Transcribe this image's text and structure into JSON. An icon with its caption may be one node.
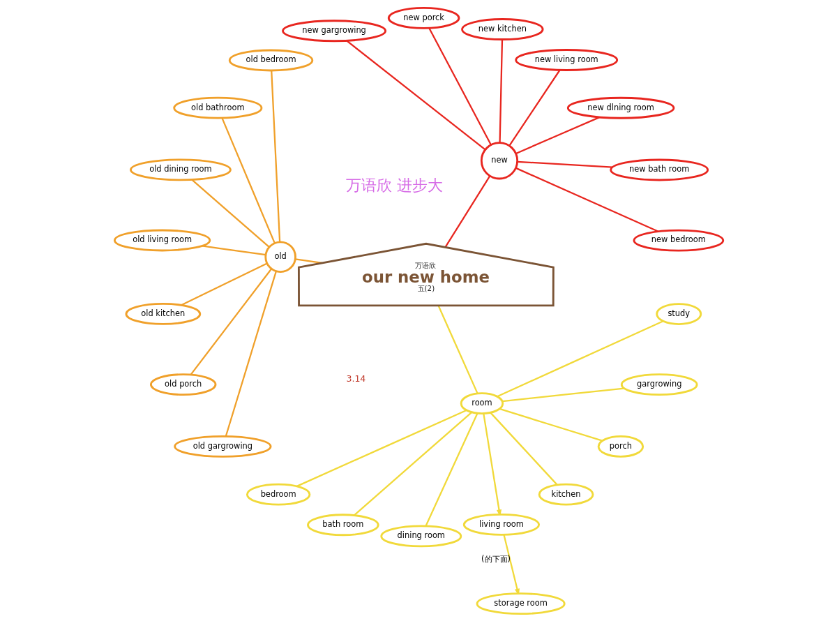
{
  "diagram": {
    "nodes": [
      {
        "text": [
          "old bedroom"
        ]
      },
      {
        "text": [
          "new bedroom"
        ]
      },
      {
        "text": [
          "new bath room"
        ]
      },
      {
        "text": [
          "old bathroom"
        ]
      },
      {
        "text": [
          "old"
        ]
      },
      {
        "text": [
          "new"
        ]
      },
      {
        "text": [
          "new dlning room"
        ]
      },
      {
        "text": [
          "old dining room"
        ]
      },
      {
        "text": [
          "万语欣",
          "our new home",
          "五(2)"
        ]
      },
      {
        "text": [
          "new living room"
        ]
      },
      {
        "text": [
          "old living room"
        ]
      },
      {
        "text": [
          "new kitchen"
        ]
      },
      {
        "text": [
          "new porck"
        ]
      },
      {
        "text": [
          "old kitchen"
        ]
      },
      {
        "text": [
          "bedroom"
        ]
      },
      {
        "text": [
          "room"
        ]
      },
      {
        "text": [
          "bath room"
        ]
      },
      {
        "text": [
          "new gargrowing"
        ]
      },
      {
        "text": [
          "old porch"
        ]
      },
      {
        "text": [
          "old gargrowing"
        ]
      },
      {
        "text": [
          "dining room"
        ]
      },
      {
        "text": [
          "living room"
        ]
      },
      {
        "text": [
          "kitchen"
        ]
      },
      {
        "text": [
          "porch"
        ]
      },
      {
        "text": [
          "gargrowing"
        ]
      },
      {
        "text": [
          "study"
        ]
      },
      {
        "text": [
          "storage room"
        ]
      }
    ],
    "edges": [
      {
        "from": 8,
        "to": 4,
        "arrow": "none",
        "color": "#f0a02a"
      },
      {
        "from": 4,
        "to": 0,
        "arrow": "none",
        "color": "#f0a02a"
      },
      {
        "from": 4,
        "to": 3,
        "arrow": "none",
        "color": "#f0a02a"
      },
      {
        "from": 4,
        "to": 7,
        "arrow": "none",
        "color": "#f0a02a"
      },
      {
        "from": 4,
        "to": 10,
        "arrow": "none",
        "color": "#f0a02a"
      },
      {
        "from": 4,
        "to": 13,
        "arrow": "none",
        "color": "#f0a02a"
      },
      {
        "from": 4,
        "to": 18,
        "arrow": "none",
        "color": "#f0a02a"
      },
      {
        "from": 4,
        "to": 19,
        "arrow": "none",
        "color": "#f0a02a"
      },
      {
        "from": 8,
        "to": 5,
        "arrow": "none",
        "color": "#e8261f"
      },
      {
        "from": 5,
        "to": 1,
        "arrow": "none",
        "color": "#e8261f"
      },
      {
        "from": 5,
        "to": 2,
        "arrow": "none",
        "color": "#e8261f"
      },
      {
        "from": 5,
        "to": 6,
        "arrow": "none",
        "color": "#e8261f"
      },
      {
        "from": 5,
        "to": 9,
        "arrow": "none",
        "color": "#e8261f"
      },
      {
        "from": 5,
        "to": 11,
        "arrow": "none",
        "color": "#e8261f"
      },
      {
        "from": 5,
        "to": 12,
        "arrow": "none",
        "color": "#e8261f"
      },
      {
        "from": 5,
        "to": 17,
        "arrow": "none",
        "color": "#e8261f"
      },
      {
        "from": 8,
        "to": 15,
        "arrow": "none"
      },
      {
        "from": 15,
        "to": 14,
        "arrow": "none"
      },
      {
        "from": 15,
        "to": 16,
        "arrow": "none"
      },
      {
        "from": 15,
        "to": 20,
        "arrow": "none"
      },
      {
        "from": 15,
        "to": 21,
        "arrow": "to"
      },
      {
        "from": 15,
        "to": 22,
        "arrow": "none"
      },
      {
        "from": 15,
        "to": 23,
        "arrow": "none"
      },
      {
        "from": 15,
        "to": 24,
        "arrow": "none"
      },
      {
        "from": 15,
        "to": 25,
        "arrow": "none"
      },
      {
        "from": 21,
        "to": 26,
        "arrow": "to",
        "label": "(的下面)"
      }
    ],
    "labels": [
      "万语欣 进步大",
      "3.14"
    ]
  }
}
